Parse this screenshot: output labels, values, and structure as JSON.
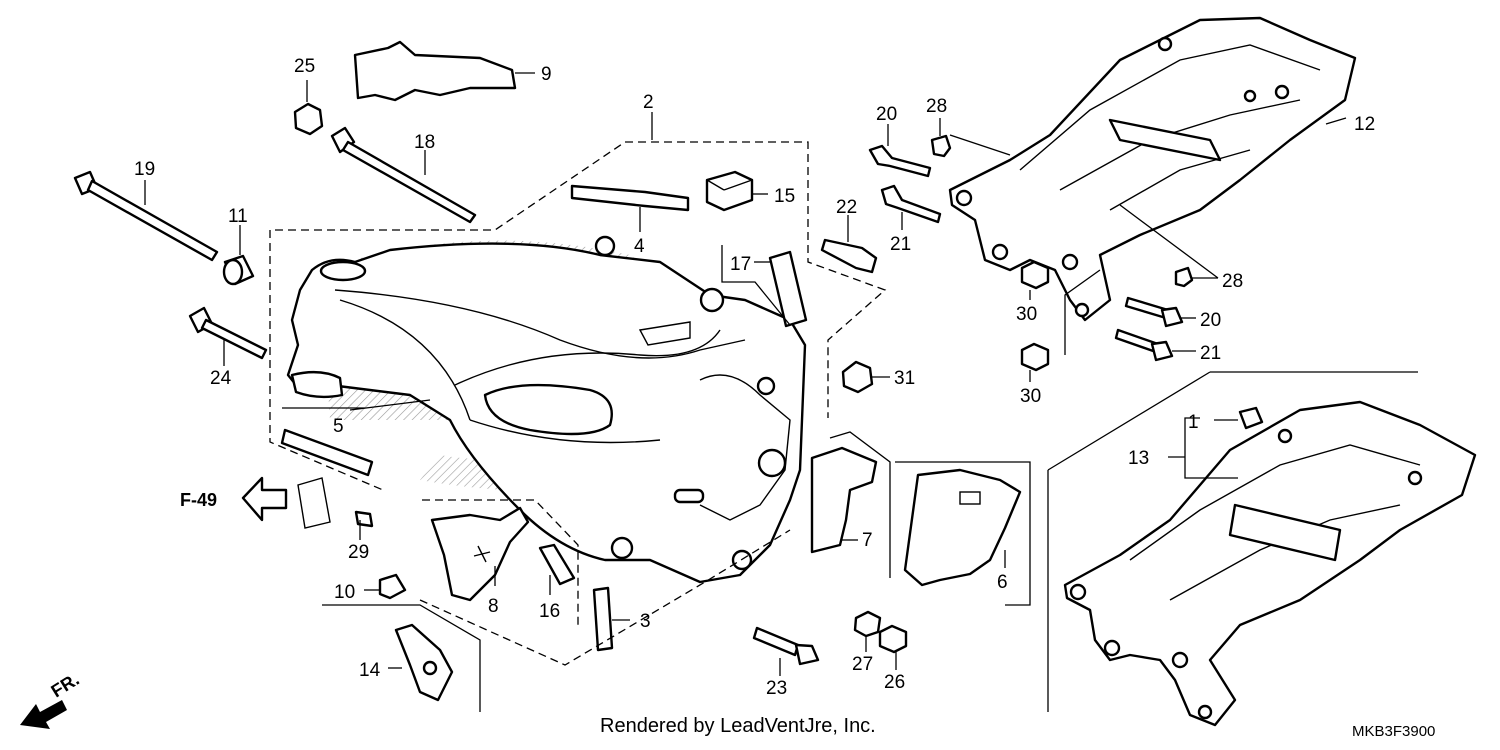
{
  "diagram": {
    "credit": "Rendered by LeadVentJre, Inc.",
    "diagram_code": "MKB3F3900",
    "reference_arrow": "F-49",
    "direction_label": "FR.",
    "part_labels": [
      {
        "id": "p1",
        "text": "1"
      },
      {
        "id": "p2",
        "text": "2"
      },
      {
        "id": "p3",
        "text": "3"
      },
      {
        "id": "p4",
        "text": "4"
      },
      {
        "id": "p5",
        "text": "5"
      },
      {
        "id": "p6",
        "text": "6"
      },
      {
        "id": "p7",
        "text": "7"
      },
      {
        "id": "p8",
        "text": "8"
      },
      {
        "id": "p9",
        "text": "9"
      },
      {
        "id": "p10",
        "text": "10"
      },
      {
        "id": "p11",
        "text": "11"
      },
      {
        "id": "p12",
        "text": "12"
      },
      {
        "id": "p13",
        "text": "13"
      },
      {
        "id": "p14",
        "text": "14"
      },
      {
        "id": "p15",
        "text": "15"
      },
      {
        "id": "p16",
        "text": "16"
      },
      {
        "id": "p17",
        "text": "17"
      },
      {
        "id": "p18",
        "text": "18"
      },
      {
        "id": "p19",
        "text": "19"
      },
      {
        "id": "p20a",
        "text": "20"
      },
      {
        "id": "p20b",
        "text": "20"
      },
      {
        "id": "p21a",
        "text": "21"
      },
      {
        "id": "p21b",
        "text": "21"
      },
      {
        "id": "p22",
        "text": "22"
      },
      {
        "id": "p23",
        "text": "23"
      },
      {
        "id": "p24",
        "text": "24"
      },
      {
        "id": "p25",
        "text": "25"
      },
      {
        "id": "p26",
        "text": "26"
      },
      {
        "id": "p27",
        "text": "27"
      },
      {
        "id": "p28a",
        "text": "28"
      },
      {
        "id": "p28b",
        "text": "28"
      },
      {
        "id": "p29",
        "text": "29"
      },
      {
        "id": "p30a",
        "text": "30"
      },
      {
        "id": "p30b",
        "text": "30"
      },
      {
        "id": "p31",
        "text": "31"
      }
    ]
  }
}
